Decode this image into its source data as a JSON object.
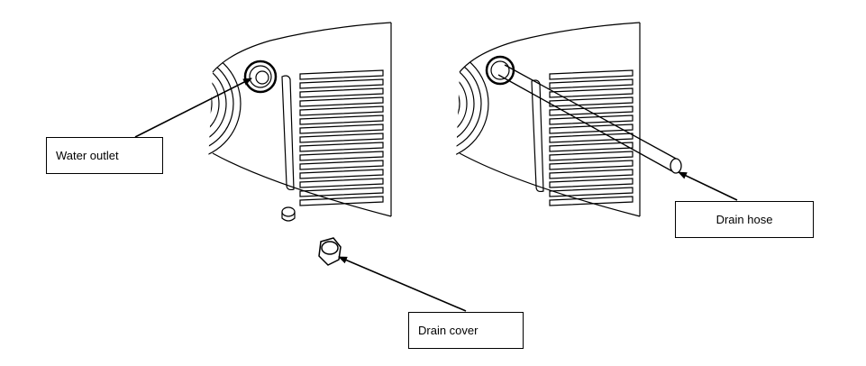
{
  "labels": {
    "water_outlet": "Water outlet",
    "drain_hose": "Drain hose",
    "drain_cover": "Drain cover"
  },
  "colors": {
    "ink": "#000000",
    "background": "#ffffff"
  }
}
